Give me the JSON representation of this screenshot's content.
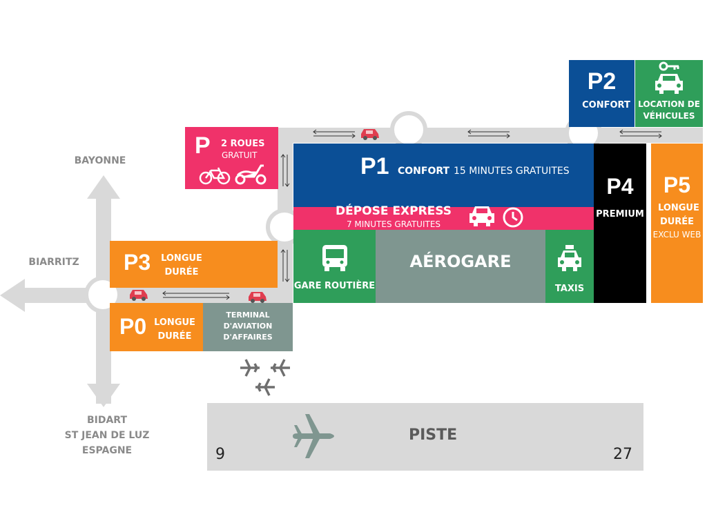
{
  "directions": {
    "north": "BAYONNE",
    "west": "BIARRITZ",
    "south": [
      "BIDART",
      "ST JEAN DE LUZ",
      "ESPAGNE"
    ]
  },
  "parkings": {
    "p2roues": {
      "code": "P",
      "label": "2 ROUES",
      "sub": "GRATUIT",
      "color": "#f0326a"
    },
    "p1": {
      "code": "P1",
      "label": "CONFORT",
      "sub": "15 MINUTES GRATUITES",
      "color": "#0b4f96"
    },
    "p2": {
      "code": "P2",
      "label": "CONFORT",
      "color": "#0b4f96"
    },
    "location": {
      "label": "LOCATION DE VÉHICULES",
      "color": "#2f9e5a"
    },
    "p3": {
      "code": "P3",
      "label": "LONGUE DURÉE",
      "color": "#f78d1e"
    },
    "p0": {
      "code": "P0",
      "label": "LONGUE DURÉE",
      "color": "#f78d1e"
    },
    "p4": {
      "code": "P4",
      "label": "PREMIUM",
      "color": "#000000"
    },
    "p5": {
      "code": "P5",
      "label": "LONGUE DURÉE",
      "sub": "EXCLU WEB",
      "color": "#f78d1e"
    }
  },
  "depose": {
    "title": "DÉPOSE EXPRESS",
    "sub": "7 MINUTES GRATUITES",
    "color": "#f0326a"
  },
  "terminal": {
    "title": "AÉROGARE",
    "color": "#7f9690"
  },
  "gare": {
    "label": "GARE ROUTIÈRE",
    "color": "#2f9e5a"
  },
  "taxis": {
    "label": "TAXIS",
    "color": "#2f9e5a"
  },
  "aviation": {
    "label": "TERMINAL D'AVIATION D'AFFAIRES",
    "color": "#7f9690"
  },
  "runway": {
    "label": "PISTE",
    "left": "9",
    "right": "27",
    "color": "#d9d9d9"
  },
  "icons": [
    "bicycle-icon",
    "scooter-icon",
    "car-icon",
    "clock-icon",
    "bus-icon",
    "taxi-icon",
    "car-key-icon",
    "plane-icon",
    "arrow-icon"
  ]
}
